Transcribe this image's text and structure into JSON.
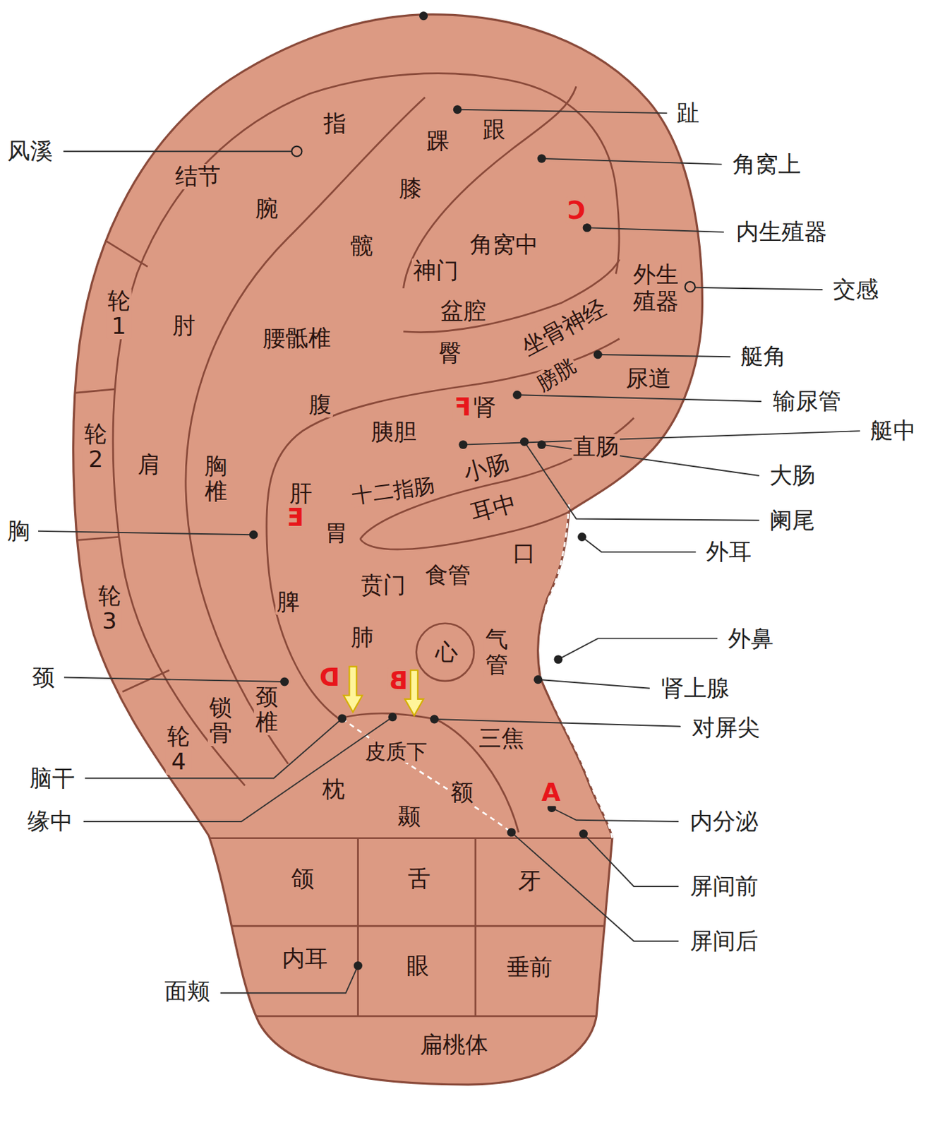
{
  "diagram": {
    "labels": [
      "趾",
      "风溪",
      "指",
      "跟",
      "踝",
      "角窝上",
      "结节",
      "膝",
      "腕",
      "C",
      "内生殖器",
      "角窝中",
      "髋",
      "神门",
      "外生 殖器",
      "交感",
      "轮1",
      "盆腔",
      "肘",
      "坐骨神经",
      "腰骶椎",
      "臀",
      "艇角",
      "膀胱",
      "尿道",
      "输尿管",
      "腹",
      "F",
      "肾",
      "艇中",
      "胰胆",
      "直肠",
      "轮2",
      "肩",
      "小肠",
      "大肠",
      "胸椎",
      "十二指肠",
      "肝",
      "耳中",
      "E",
      "阑尾",
      "胸",
      "胃",
      "外耳",
      "口",
      "食管",
      "贲门",
      "脾",
      "轮3",
      "肺",
      "外鼻",
      "心",
      "气管",
      "颈",
      "D",
      "B",
      "肾上腺",
      "颈椎",
      "锁骨",
      "对屏尖",
      "三焦",
      "轮4",
      "皮质下",
      "脑干",
      "枕",
      "额",
      "A",
      "颞",
      "缘中",
      "内分泌",
      "颌",
      "舌",
      "牙",
      "屏间前",
      "屏间后",
      "内耳",
      "眼",
      "垂前",
      "面颊",
      "扁桃体"
    ]
  }
}
